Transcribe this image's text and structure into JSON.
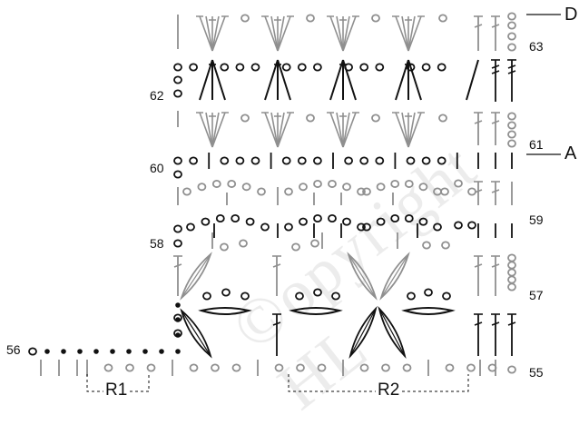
{
  "watermark": "©opyright HL",
  "markers": {
    "top": "D",
    "middle": "A"
  },
  "repeat_labels": {
    "r1": "R1",
    "r2": "R2"
  },
  "row_labels": {
    "r55": "55",
    "r56": "56",
    "r57": "57",
    "r58": "58",
    "r59": "59",
    "r60": "60",
    "r61": "61",
    "r62": "62",
    "r63": "63"
  },
  "colors": {
    "black": "#111111",
    "gray": "#8f8f8f"
  }
}
